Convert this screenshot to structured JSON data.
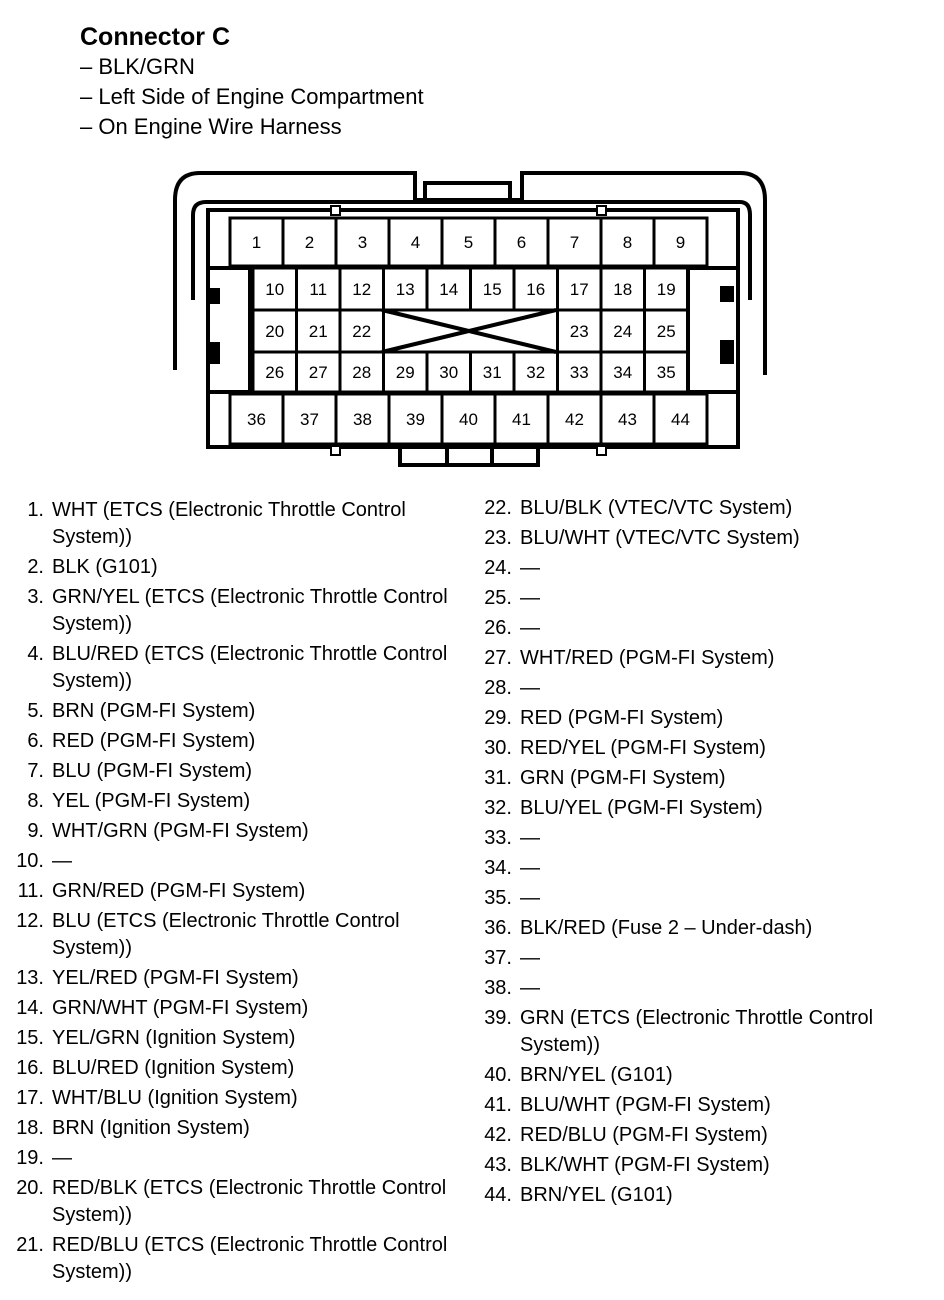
{
  "header": {
    "title": "Connector C",
    "lines": [
      "– BLK/GRN",
      "– Left Side of Engine Compartment",
      "– On Engine Wire Harness"
    ]
  },
  "pins": [
    {
      "n": "1.",
      "desc": "WHT (ETCS (Electronic Throttle Control System))"
    },
    {
      "n": "2.",
      "desc": "BLK (G101)"
    },
    {
      "n": "3.",
      "desc": "GRN/YEL (ETCS (Electronic Throttle Control System))"
    },
    {
      "n": "4.",
      "desc": "BLU/RED (ETCS (Electronic Throttle Control System))"
    },
    {
      "n": "5.",
      "desc": "BRN (PGM-FI System)"
    },
    {
      "n": "6.",
      "desc": "RED (PGM-FI System)"
    },
    {
      "n": "7.",
      "desc": "BLU (PGM-FI System)"
    },
    {
      "n": "8.",
      "desc": "YEL (PGM-FI System)"
    },
    {
      "n": "9.",
      "desc": "WHT/GRN (PGM-FI System)"
    },
    {
      "n": "10.",
      "desc": "—"
    },
    {
      "n": "11.",
      "desc": "GRN/RED (PGM-FI System)"
    },
    {
      "n": "12.",
      "desc": "BLU (ETCS (Electronic Throttle Control System))"
    },
    {
      "n": "13.",
      "desc": "YEL/RED (PGM-FI System)"
    },
    {
      "n": "14.",
      "desc": "GRN/WHT (PGM-FI System)"
    },
    {
      "n": "15.",
      "desc": "YEL/GRN (Ignition System)"
    },
    {
      "n": "16.",
      "desc": "BLU/RED (Ignition System)"
    },
    {
      "n": "17.",
      "desc": "WHT/BLU (Ignition System)"
    },
    {
      "n": "18.",
      "desc": "BRN (Ignition System)"
    },
    {
      "n": "19.",
      "desc": "—"
    },
    {
      "n": "20.",
      "desc": "RED/BLK (ETCS (Electronic Throttle Control System))"
    },
    {
      "n": "21.",
      "desc": "RED/BLU (ETCS (Electronic Throttle Control System))"
    },
    {
      "n": "22.",
      "desc": "BLU/BLK (VTEC/VTC System)"
    },
    {
      "n": "23.",
      "desc": "BLU/WHT (VTEC/VTC System)"
    },
    {
      "n": "24.",
      "desc": "—"
    },
    {
      "n": "25.",
      "desc": "—"
    },
    {
      "n": "26.",
      "desc": "—"
    },
    {
      "n": "27.",
      "desc": "WHT/RED (PGM-FI System)"
    },
    {
      "n": "28.",
      "desc": "—"
    },
    {
      "n": "29.",
      "desc": "RED (PGM-FI System)"
    },
    {
      "n": "30.",
      "desc": "RED/YEL (PGM-FI System)"
    },
    {
      "n": "31.",
      "desc": "GRN (PGM-FI System)"
    },
    {
      "n": "32.",
      "desc": "BLU/YEL (PGM-FI System)"
    },
    {
      "n": "33.",
      "desc": "—"
    },
    {
      "n": "34.",
      "desc": "—"
    },
    {
      "n": "35.",
      "desc": "—"
    },
    {
      "n": "36.",
      "desc": "BLK/RED (Fuse 2 – Under-dash)"
    },
    {
      "n": "37.",
      "desc": "—"
    },
    {
      "n": "38.",
      "desc": "—"
    },
    {
      "n": "39.",
      "desc": "GRN (ETCS (Electronic Throttle Control System))"
    },
    {
      "n": "40.",
      "desc": "BRN/YEL (G101)"
    },
    {
      "n": "41.",
      "desc": "BLU/WHT (PGM-FI System)"
    },
    {
      "n": "42.",
      "desc": "RED/BLU (PGM-FI System)"
    },
    {
      "n": "43.",
      "desc": "BLK/WHT (PGM-FI System)"
    },
    {
      "n": "44.",
      "desc": "BRN/YEL (G101)"
    }
  ],
  "connector": {
    "row1": [
      "1",
      "2",
      "3",
      "4",
      "5",
      "6",
      "7",
      "8",
      "9"
    ],
    "row2": [
      "10",
      "11",
      "12",
      "13",
      "14",
      "15",
      "16",
      "17",
      "18",
      "19"
    ],
    "row3": [
      "20",
      "21",
      "22",
      "23",
      "24",
      "25"
    ],
    "row4": [
      "26",
      "27",
      "28",
      "29",
      "30",
      "31",
      "32",
      "33",
      "34",
      "35"
    ],
    "row5": [
      "36",
      "37",
      "38",
      "39",
      "40",
      "41",
      "42",
      "43",
      "44"
    ]
  }
}
